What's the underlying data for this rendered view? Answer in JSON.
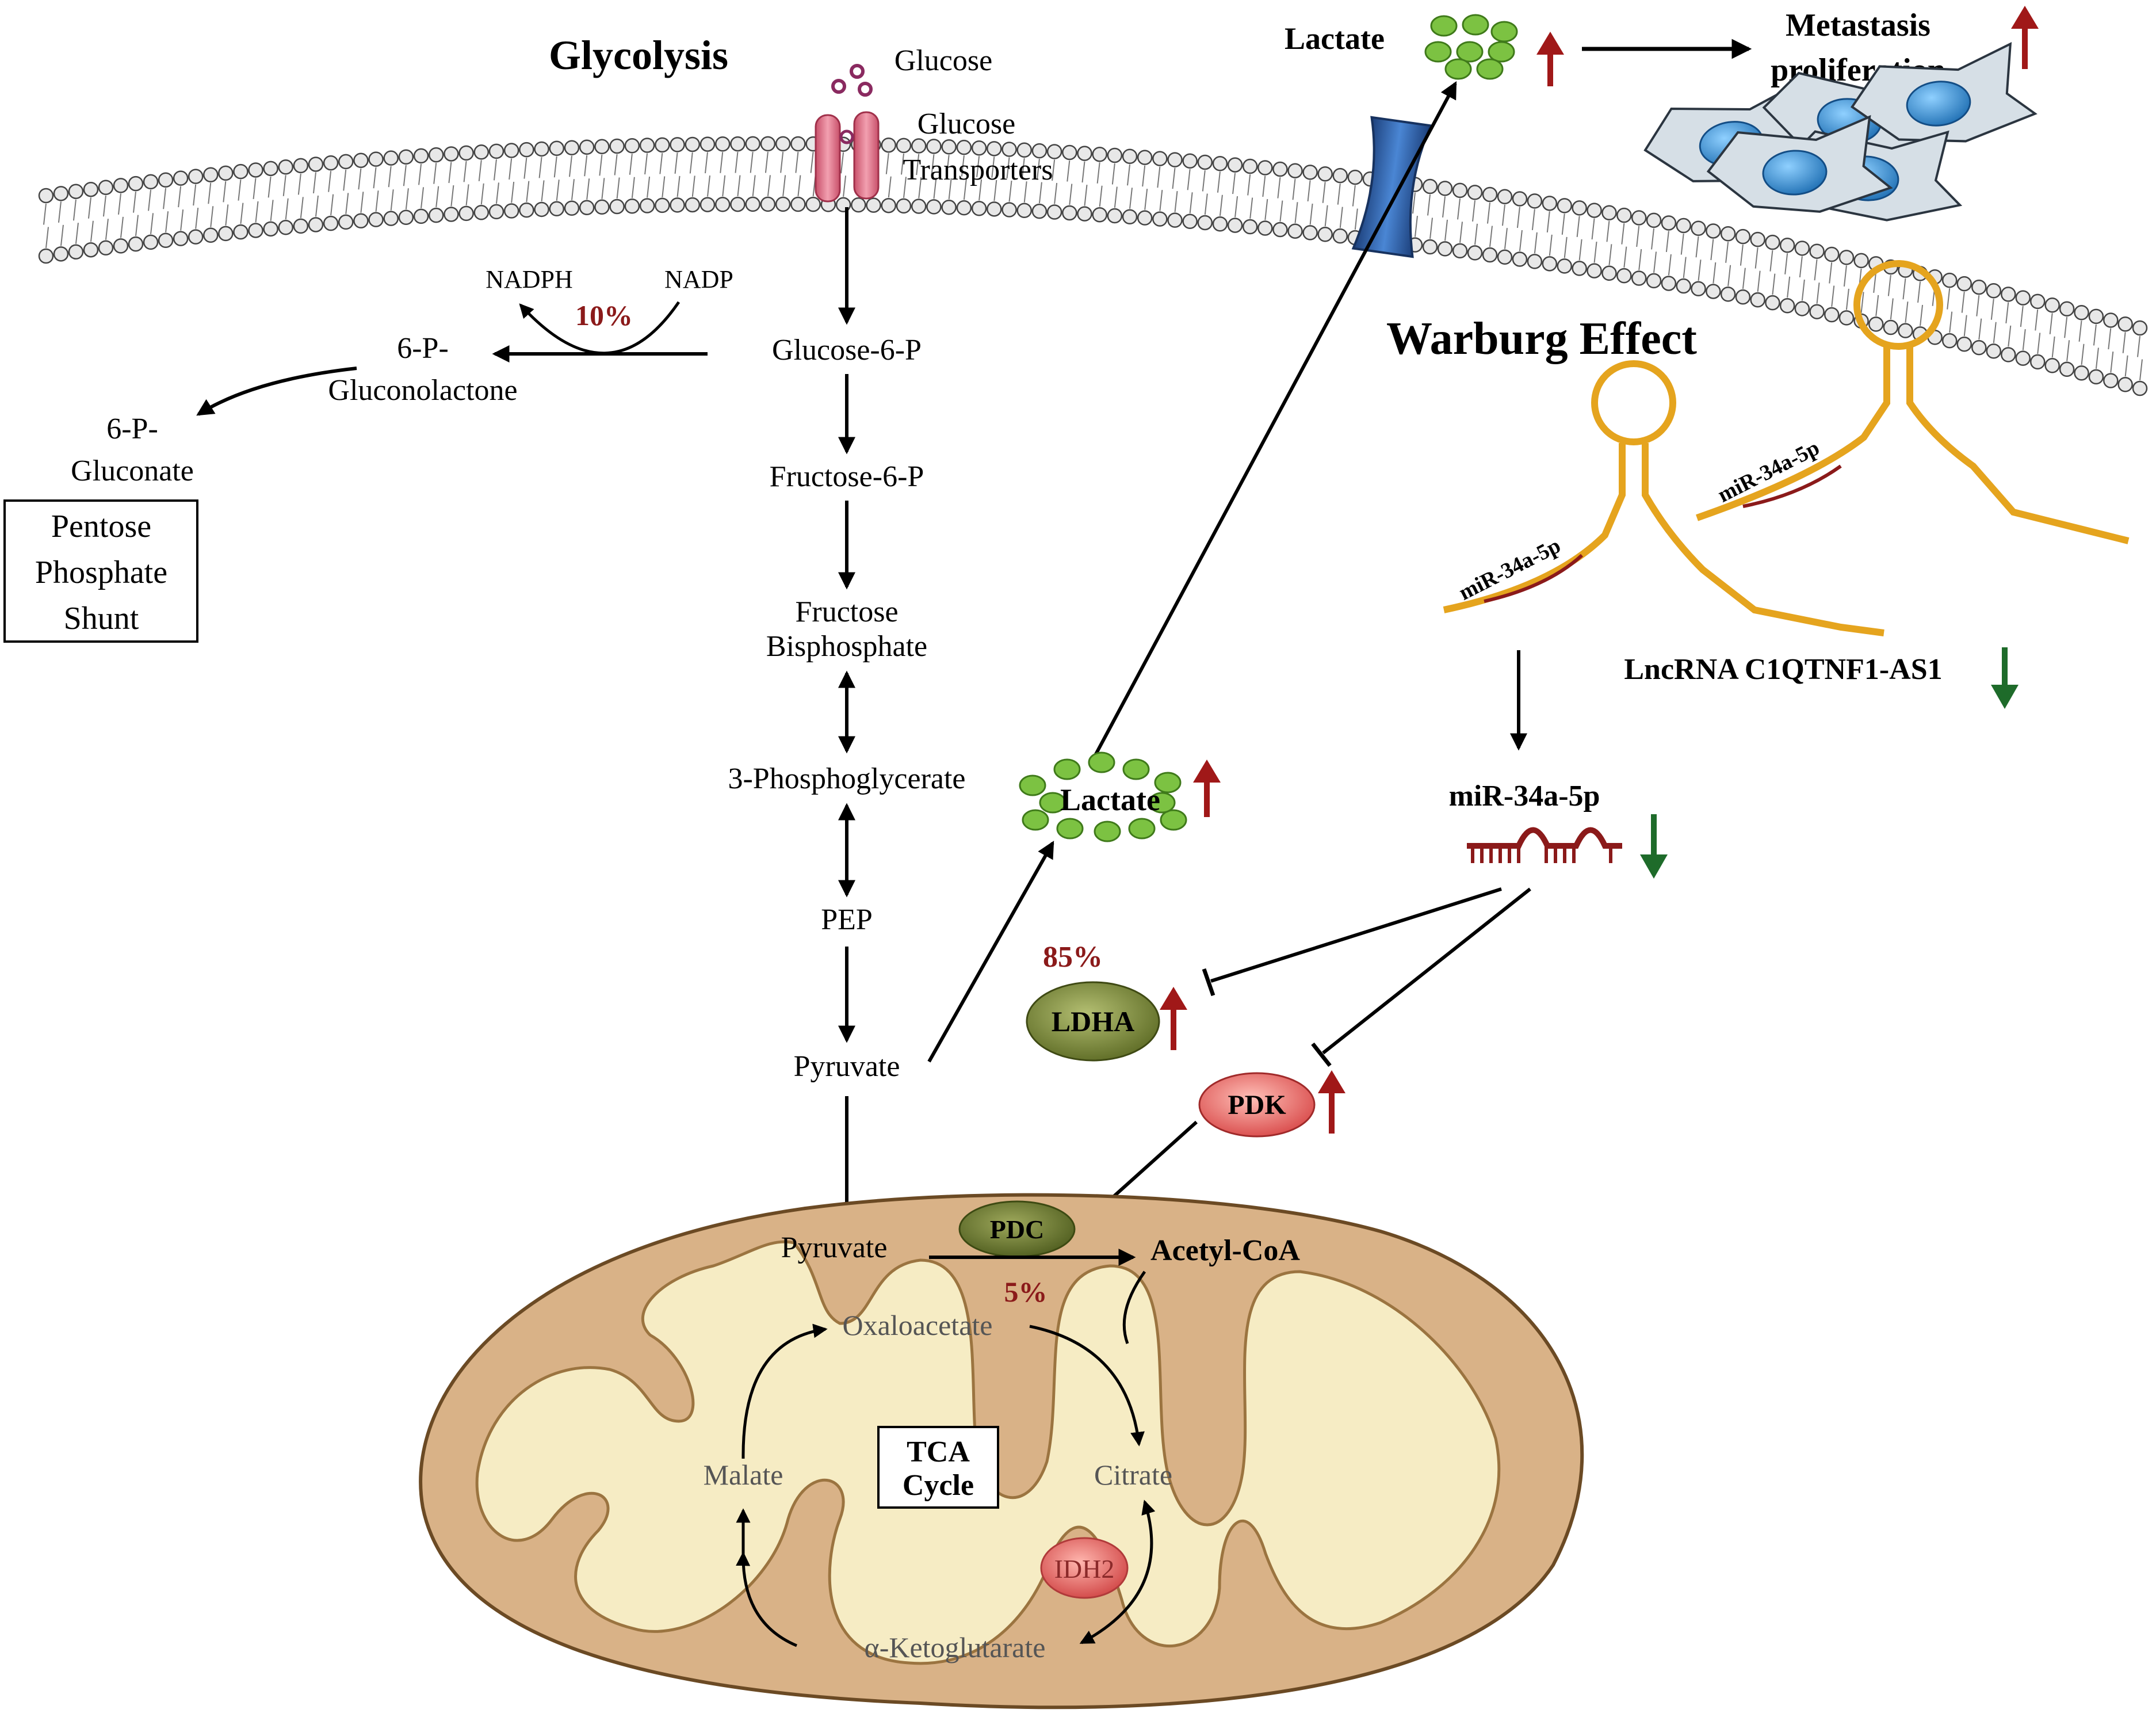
{
  "title_glycolysis": "Glycolysis",
  "title_warburg": "Warburg Effect",
  "membrane": {
    "glucose": "Glucose",
    "transporter_line1": "Glucose",
    "transporter_line2": "Transporters"
  },
  "glycolysis_steps": [
    "Glucose-6-P",
    "Fructose-6-P",
    "Fructose",
    "Bisphosphate",
    "3-Phosphoglycerate",
    "PEP",
    "Pyruvate"
  ],
  "pentose_branch": {
    "nadph": "NADPH",
    "nadp": "NADP",
    "percent": "10%",
    "gluconolactone_line1": "6-P-",
    "gluconolactone_line2": "Gluconolactone",
    "gluconate_line1": "6-P-",
    "gluconate_line2": "Gluconate",
    "box_line1": "Pentose",
    "box_line2": "Phosphate",
    "box_line3": "Shunt"
  },
  "lactate_top": "Lactate",
  "lactate_mid": "Lactate",
  "metastasis_line1": "Metastasis",
  "metastasis_line2": "proliferation",
  "enzymes": {
    "ldha": "LDHA",
    "ldha_percent": "85%",
    "pdk": "PDK",
    "pdc": "PDC",
    "idh2": "IDH2"
  },
  "mirna": {
    "label_center": "miR-34a-5p",
    "label_hairpin1": "miR-34a-5p",
    "label_hairpin2": "miR-34a-5p",
    "lncrna": "LncRNA C1QTNF1-AS1"
  },
  "mitochondrion": {
    "pyruvate": "Pyruvate",
    "acetyl_coa": "Acetyl-CoA",
    "percent": "5%",
    "oxaloacetate": "Oxaloacetate",
    "citrate": "Citrate",
    "malate": "Malate",
    "ketoglutarate": "α-Ketoglutarate",
    "tca_line1": "TCA",
    "tca_line2": "Cycle"
  },
  "colors": {
    "up_arrow": "#a01818",
    "down_arrow": "#1e6b2a",
    "percent_text": "#8b1a1a",
    "mito_outer": "#d9b287",
    "mito_inner": "#f6ecc4",
    "ldha_fill": "#7c8a3a",
    "pdk_fill": "#e06060",
    "rna_strand": "#e5a41e",
    "mirna_red": "#8b1a1a",
    "channel_blue": "#2a5fa8"
  }
}
